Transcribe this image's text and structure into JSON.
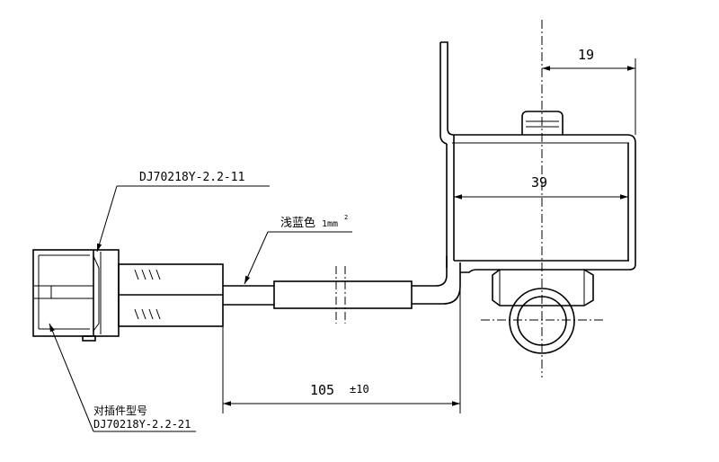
{
  "dimensions": {
    "top_width": "19",
    "body_width": "39",
    "lead_length": "105",
    "lead_tolerance": "±10"
  },
  "labels": {
    "connector_part": "DJ70218Y-2.2-11",
    "wire_color": "浅蓝色",
    "wire_size": "1mm",
    "wire_size_exp": "2",
    "mating_title": "对插件型号",
    "mating_part": "DJ70218Y-2.2-21"
  }
}
